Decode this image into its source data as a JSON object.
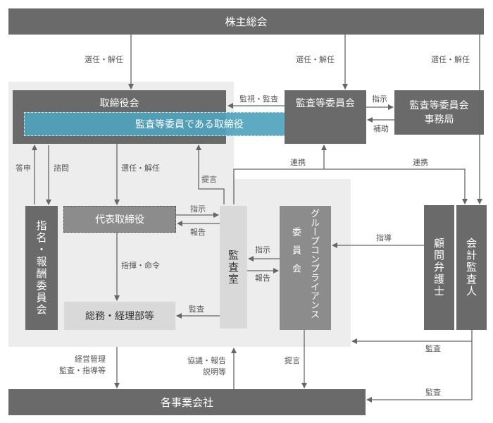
{
  "boxes": {
    "shareholders_meeting": "株主総会",
    "board": "取締役会",
    "audit_directors": "監査等委員である取締役",
    "audit_committee": "監査等委員会",
    "audit_committee_office": "監査等委員会\n事務局",
    "nomination_committee": "指名・報酬委員会",
    "representative_director": "代表取締役",
    "audit_office": "監査室",
    "compliance_committee_line1": "グループコンプライアンス",
    "compliance_committee_line2": "委　員　会",
    "general_affairs": "総務・経理部等",
    "legal_advisor": "顧問弁護士",
    "accounting_auditor": "会計監査人",
    "business_companies": "各事業会社"
  },
  "labels": {
    "elect_dismiss_1": "選任・解任",
    "elect_dismiss_2": "選任・解任",
    "elect_dismiss_3": "選任・解任",
    "elect_dismiss_4": "選任・解任",
    "monitor_audit": "監視・監査",
    "instruct_1": "指示",
    "assist": "補助",
    "report_answer": "答申",
    "consult": "諮問",
    "coordination_1": "連携",
    "coordination_2": "連携",
    "proposal_1": "提言",
    "instruct_2": "指示",
    "report_1": "報告",
    "instruct_3": "指示",
    "report_2": "報告",
    "guidance": "指導",
    "command": "指揮・命令",
    "audit_1": "監査",
    "audit_2": "監査",
    "audit_3": "監査",
    "management": "経営管理\n監査・指導等",
    "consult_report": "協議・報告\n説明等",
    "proposal_2": "提言"
  },
  "colors": {
    "dark_box": "#6a6a6a",
    "mid_box": "#8c8c8c",
    "light_box": "#d9d9d9",
    "teal_band": "#4fa3bd",
    "panel": "#ededed"
  }
}
